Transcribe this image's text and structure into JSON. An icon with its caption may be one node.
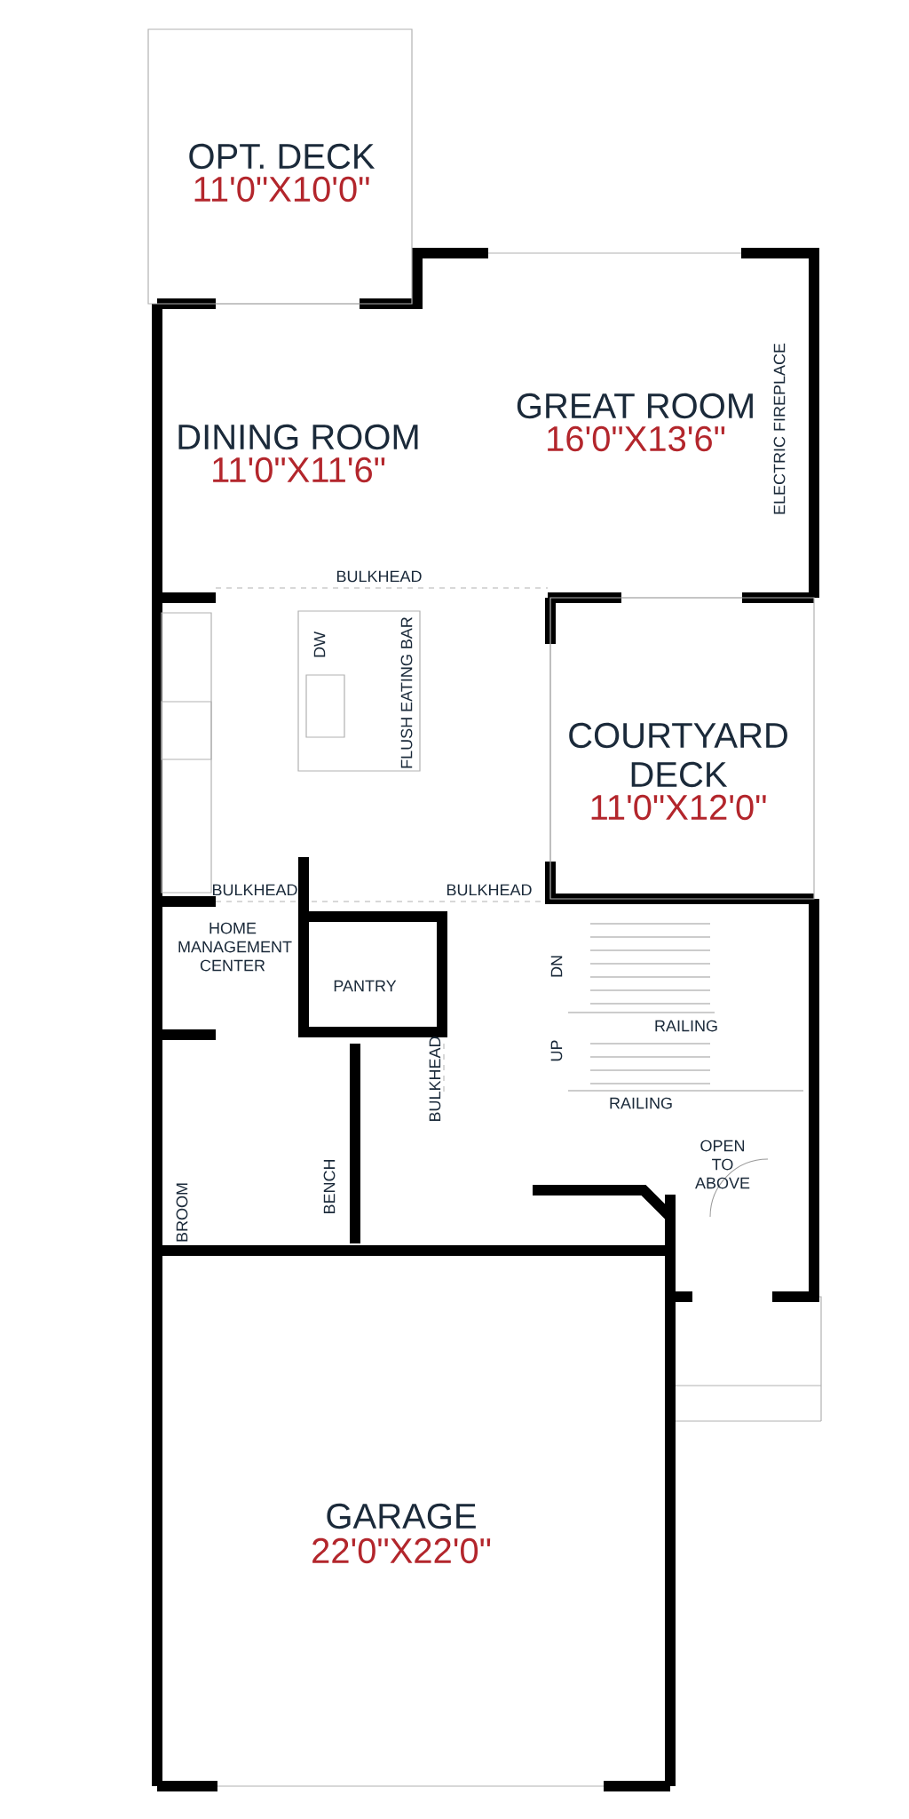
{
  "diagram": {
    "nodes": [
      {
        "text": [
          "OPT. DECK",
          "11'0\"X10'0\""
        ]
      },
      {
        "text": [
          "DINING ROOM",
          "11'0\"X11'6\"",
          "GREAT ROOM",
          "16'0\"X13'6\""
        ]
      },
      {
        "text": [
          "COURTYARD DECK",
          "11'0\"X12'0\""
        ]
      },
      {
        "text": [
          "PANTRY"
        ]
      },
      {
        "text": [
          "GARAGE",
          "22'0\"X22'0\""
        ]
      }
    ],
    "labels": [
      "ELECTRIC FIREPLACE",
      "BULKHEAD",
      "DW",
      "FLUSH EATING BAR",
      "BULKHEAD",
      "BULKHEAD",
      "HOME MANAGEMENT CENTER",
      "DN",
      "RAILING",
      "UP",
      "BULKHEAD",
      "RAILING",
      "OPEN TO ABOVE",
      "BROOM",
      "BENCH"
    ]
  }
}
